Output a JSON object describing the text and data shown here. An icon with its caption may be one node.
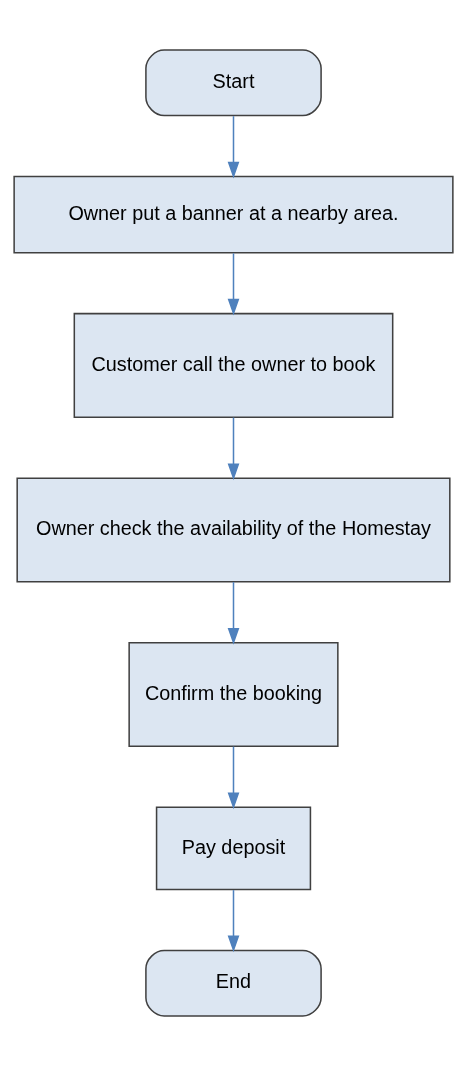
{
  "diagram": {
    "nodes": [
      {
        "text": [
          "Start"
        ]
      },
      {
        "text": [
          "Owner put a banner at a nearby area."
        ]
      },
      {
        "text": [
          "Customer call the owner to book"
        ]
      },
      {
        "text": [
          "Owner check the availability of the Homestay"
        ]
      },
      {
        "text": [
          "Confirm the booking"
        ]
      },
      {
        "text": [
          "Pay deposit"
        ]
      },
      {
        "text": [
          "End"
        ]
      }
    ],
    "edges": [
      {
        "from": 0,
        "to": 1,
        "arrow": "to"
      },
      {
        "from": 1,
        "to": 2,
        "arrow": "to"
      },
      {
        "from": 2,
        "to": 3,
        "arrow": "to"
      },
      {
        "from": 3,
        "to": 4,
        "arrow": "to"
      },
      {
        "from": 4,
        "to": 5,
        "arrow": "to"
      },
      {
        "from": 5,
        "to": 6,
        "arrow": "to"
      }
    ]
  }
}
